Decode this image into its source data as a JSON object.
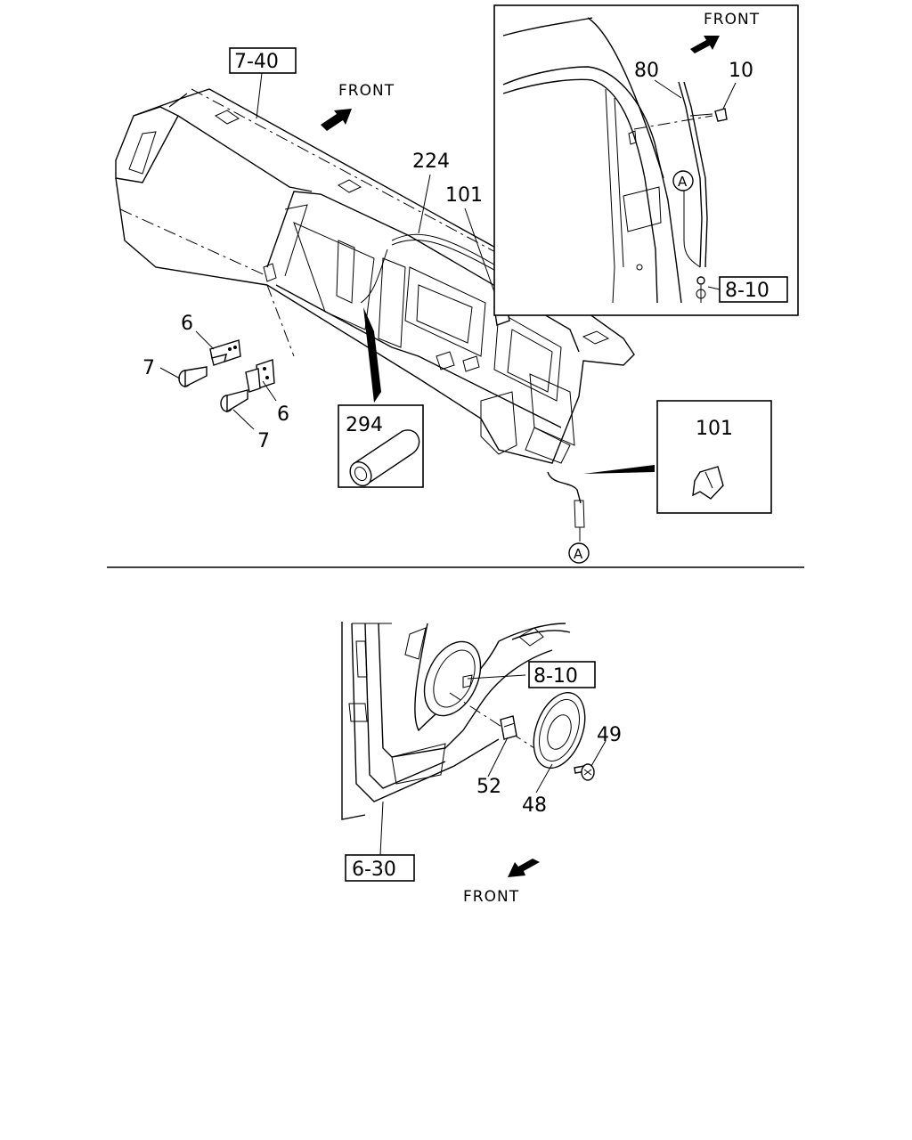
{
  "top_section": {
    "front_main": "FRONT",
    "front_inset": "FRONT",
    "refs": {
      "r_7_40": "7-40",
      "r_8_10_inset": "8-10"
    },
    "callouts": {
      "c224": "224",
      "c101": "101",
      "c6a": "6",
      "c6b": "6",
      "c7a": "7",
      "c7b": "7",
      "c80": "80",
      "c10": "10"
    },
    "detail_boxes": {
      "d294": "294",
      "d101": "101"
    },
    "connector": {
      "inset": "A",
      "main": "A"
    }
  },
  "bottom_section": {
    "front": "FRONT",
    "refs": {
      "r_8_10": "8-10",
      "r_6_30": "6-30"
    },
    "callouts": {
      "c49": "49",
      "c52": "52",
      "c48": "48"
    }
  }
}
